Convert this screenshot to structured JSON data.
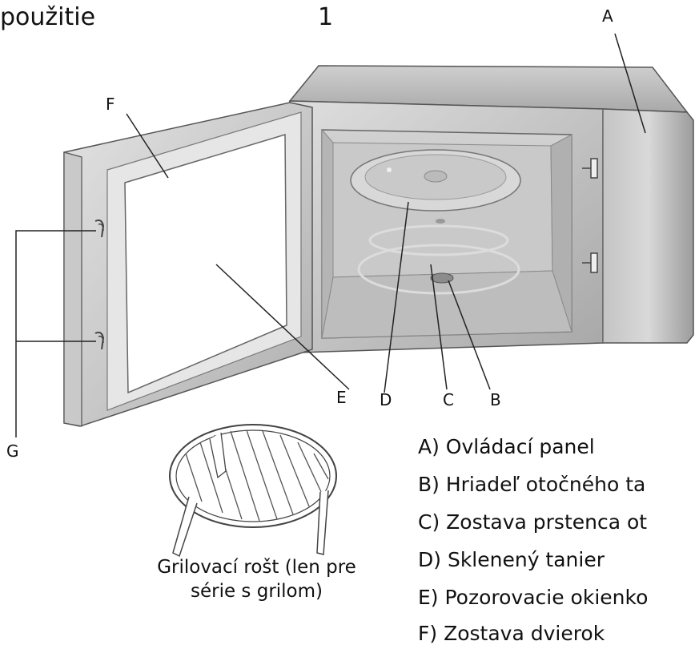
{
  "header": {
    "title": "použitie",
    "figure_number": "1"
  },
  "labels": {
    "A": "A",
    "B": "B",
    "C": "C",
    "D": "D",
    "E": "E",
    "F": "F",
    "G": "G"
  },
  "legend": [
    "A) Ovládací panel",
    "B) Hriadeľ otočného ta",
    "C) Zostava prstenca ot",
    "D) Sklenený tanier",
    "E) Pozorovacie okienko",
    "F) Zostava dvierok"
  ],
  "grill_caption": {
    "line1": "Grilovací rošt (len pre",
    "line2": "série s grilom)"
  },
  "colors": {
    "body_light": "#dcdcdc",
    "body_mid": "#bdbdbd",
    "body_dark": "#9a9a9a",
    "outline": "#555555",
    "cavity": "#b8b8b8"
  }
}
